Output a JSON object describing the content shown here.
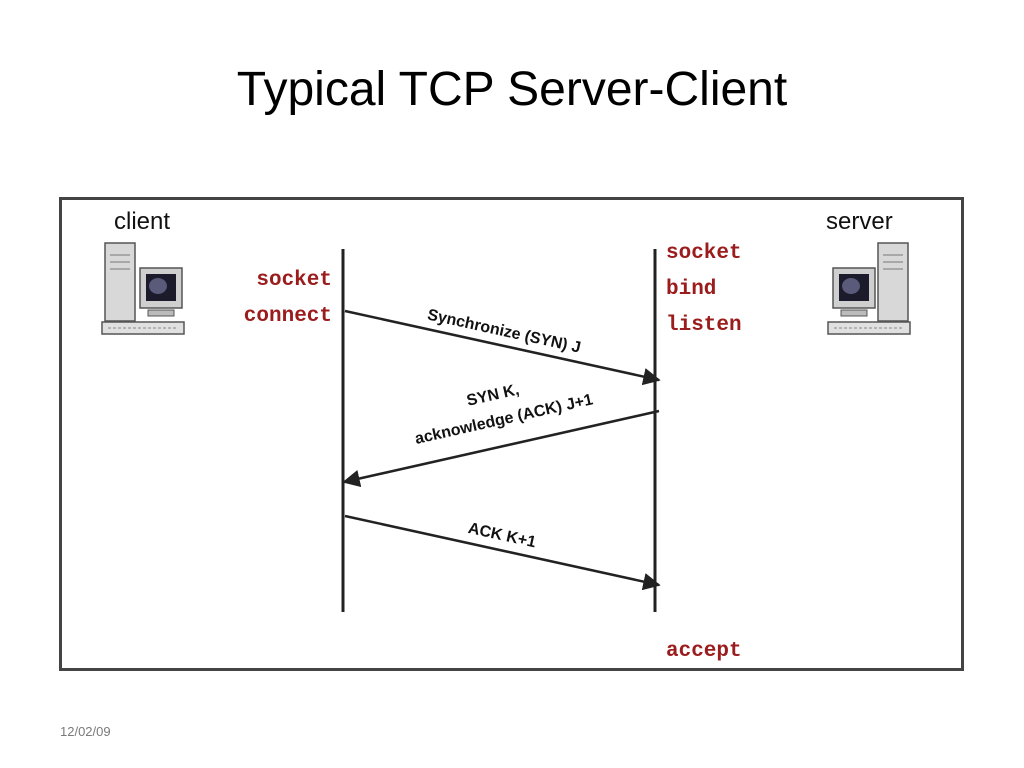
{
  "slide": {
    "title": "Typical TCP Server-Client",
    "date": "12/02/09"
  },
  "diagram": {
    "client": {
      "label": "client",
      "icon": "desktop-computer-icon",
      "calls": [
        "socket",
        "connect"
      ]
    },
    "server": {
      "label": "server",
      "icon": "desktop-computer-icon",
      "calls": [
        "socket",
        "bind",
        "listen"
      ],
      "final_call": "accept"
    },
    "messages": [
      {
        "direction": "client-to-server",
        "lines": [
          "Synchronize (SYN) J"
        ]
      },
      {
        "direction": "server-to-client",
        "lines": [
          "SYN K,",
          "acknowledge (ACK) J+1"
        ]
      },
      {
        "direction": "client-to-server",
        "lines": [
          "ACK K+1"
        ]
      }
    ],
    "colors": {
      "call_text": "#9b1c1c",
      "frame_border": "#444444",
      "lines": "#222222"
    }
  }
}
